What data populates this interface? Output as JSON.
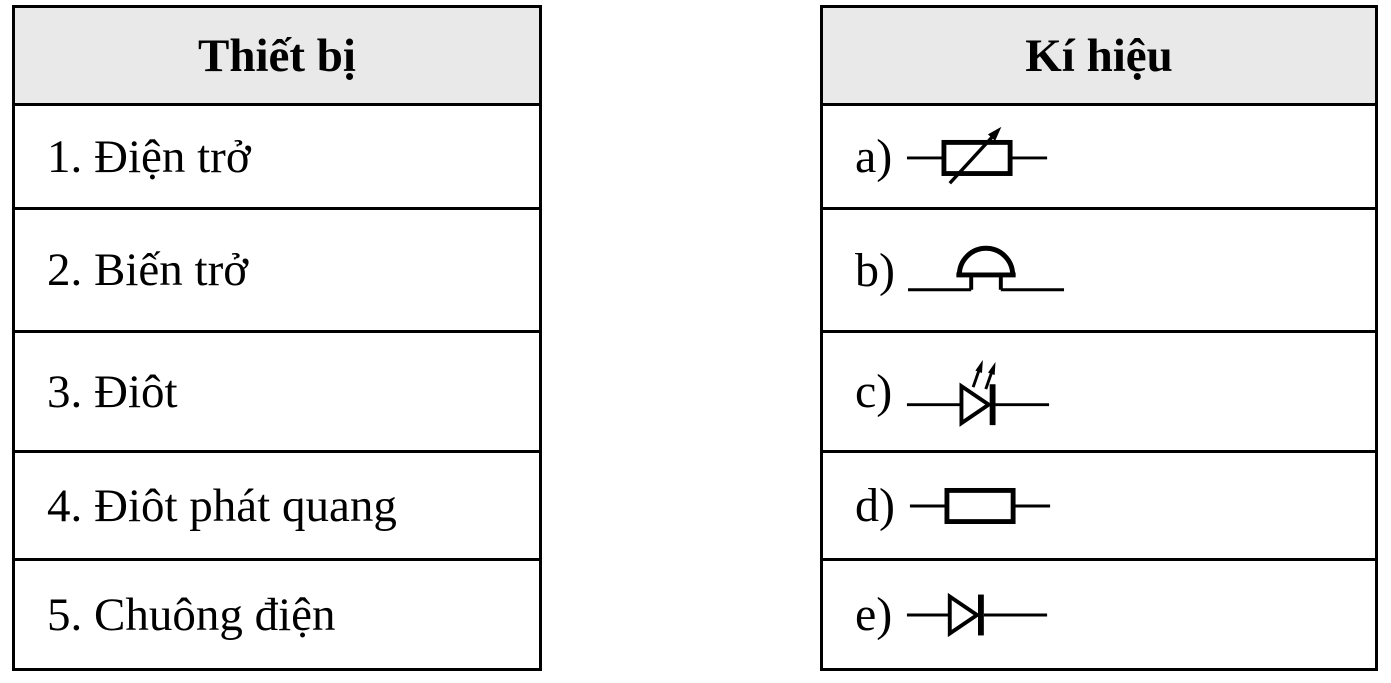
{
  "document": {
    "background": "#ffffff",
    "border_color": "#000000",
    "header_bg": "#e9e9e9",
    "text_color": "#000000"
  },
  "devices_table": {
    "header": "Thiết bị",
    "rows": [
      {
        "label": "1. Điện trở"
      },
      {
        "label": "2. Biến trở"
      },
      {
        "label": "3. Điôt"
      },
      {
        "label": "4. Điôt phát quang"
      },
      {
        "label": "5. Chuông điện"
      }
    ]
  },
  "symbols_table": {
    "header": "Kí hiệu",
    "rows": [
      {
        "label": "a)",
        "icon": "variable-resistor-symbol"
      },
      {
        "label": "b)",
        "icon": "electric-bell-symbol"
      },
      {
        "label": "c)",
        "icon": "led-symbol"
      },
      {
        "label": "d)",
        "icon": "resistor-symbol"
      },
      {
        "label": "e)",
        "icon": "diode-symbol"
      }
    ]
  }
}
